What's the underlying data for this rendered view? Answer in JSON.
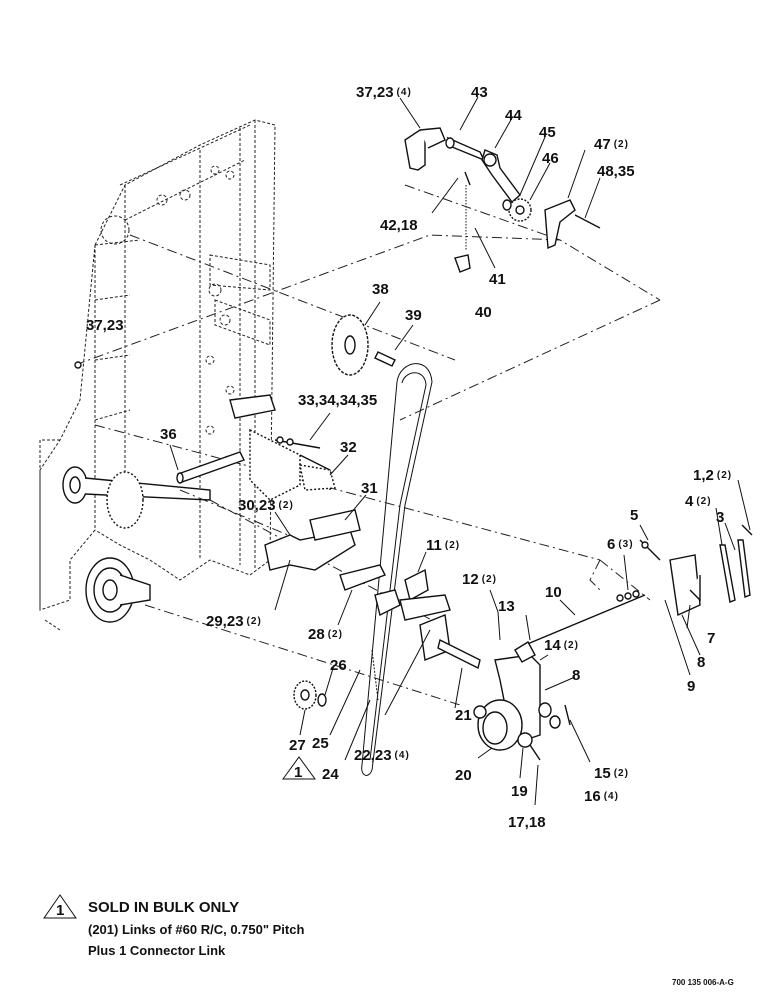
{
  "labels": {
    "p37_23_4": "37,23",
    "p37_23_4_qty": "(4)",
    "p43": "43",
    "p44": "44",
    "p45": "45",
    "p46": "46",
    "p47_2": "47",
    "p47_2_qty": "(2)",
    "p48_35": "48,35",
    "p42_18": "42,18",
    "p41": "41",
    "p40": "40",
    "p38": "38",
    "p39": "39",
    "p37_23": "37,23",
    "p33_34_34_35": "33,34,34,35",
    "p36": "36",
    "p32": "32",
    "p31": "31",
    "p30_23_2": "30,23",
    "p30_23_2_qty": "(2)",
    "p29_23_2": "29,23",
    "p29_23_2_qty": "(2)",
    "p28_2": "28",
    "p28_2_qty": "(2)",
    "p11_2": "11",
    "p11_2_qty": "(2)",
    "p12_2": "12",
    "p12_2_qty": "(2)",
    "p13": "13",
    "p10": "10",
    "p14_2": "14",
    "p14_2_qty": "(2)",
    "p6_3": "6",
    "p6_3_qty": "(3)",
    "p5": "5",
    "p4_2": "4",
    "p4_2_qty": "(2)",
    "p1_2_2": "1,2",
    "p1_2_2_qty": "(2)",
    "p3": "3",
    "p7": "7",
    "p8_right": "8",
    "p9": "9",
    "p8": "8",
    "p21": "21",
    "p22_23_4": "22,23",
    "p22_23_4_qty": "(4)",
    "p26": "26",
    "p27": "27",
    "p25": "25",
    "p24": "24",
    "p20": "20",
    "p19": "19",
    "p15_2": "15",
    "p15_2_qty": "(2)",
    "p16_4": "16",
    "p16_4_qty": "(4)",
    "p17_18": "17,18",
    "bulk_marker": "1"
  },
  "note": {
    "marker": "1",
    "title": "SOLD IN BULK ONLY",
    "line1": "(201) Links of #60 R/C, 0.750\" Pitch",
    "line2": "Plus 1 Connector Link"
  },
  "doc_number": "700 135 006-A-G"
}
